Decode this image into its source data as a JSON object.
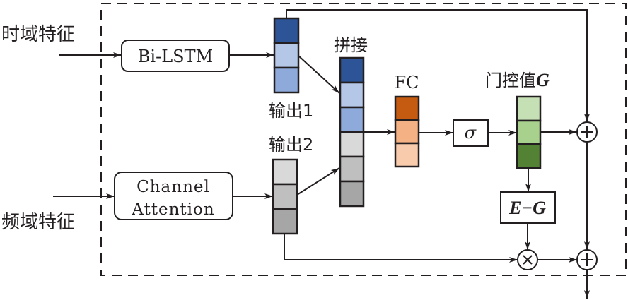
{
  "diagram": {
    "inputs": {
      "time_domain": "时域特征",
      "freq_domain": "频域特征"
    },
    "modules": {
      "bilstm": "Bi-LSTM",
      "channel_attention_line1": "Channel",
      "channel_attention_line2": "Attention",
      "sigma": "σ",
      "one_minus_gate": "E−G"
    },
    "labels": {
      "output1": "输出1",
      "output2": "输出2",
      "concat": "拼接",
      "fc": "FC",
      "gate_prefix": "门控值",
      "gate_symbol": "G"
    },
    "operators": {
      "add": "+",
      "multiply": "×"
    },
    "colors": {
      "output1_cells": [
        "#2c5496",
        "#b4c7e7",
        "#8eaadb"
      ],
      "output2_cells": [
        "#d9d9d9",
        "#bfbfbf",
        "#a6a6a6"
      ],
      "fc_cells": [
        "#c55a11",
        "#f4b183",
        "#f8cbad"
      ],
      "gate_cells": [
        "#c5e0b4",
        "#a9d18e",
        "#548235"
      ],
      "stroke": "#231f20"
    }
  }
}
